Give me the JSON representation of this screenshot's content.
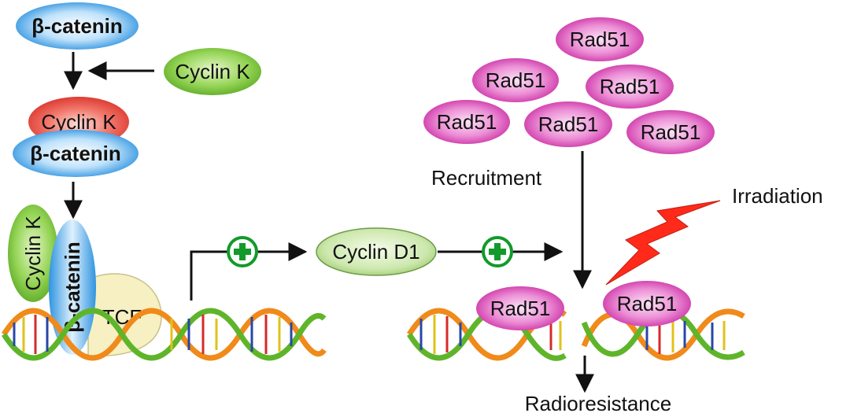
{
  "labels": {
    "beta_catenin": "β-catenin",
    "cyclin_k": "Cyclin K",
    "tcf": "TCF",
    "cyclin_d1": "Cyclin D1",
    "rad51": "Rad51",
    "recruitment": "Recruitment",
    "irradiation": "Irradiation",
    "radioresistance": "Radioresistance"
  },
  "colors": {
    "beta_catenin": "#3a9ee8",
    "cyclin_k_green": "#7cc63a",
    "cyclin_k_red": "#e8473f",
    "tcf": "#f6f0c2",
    "cyclin_d1": "#c8e6a8",
    "rad51": "#d63fb4",
    "plus_green": "#129a2a",
    "lightning": "#ff2a1a"
  },
  "icons": [
    "plus-icon",
    "lightning-icon",
    "dna-helix-icon",
    "arrow-icon"
  ]
}
